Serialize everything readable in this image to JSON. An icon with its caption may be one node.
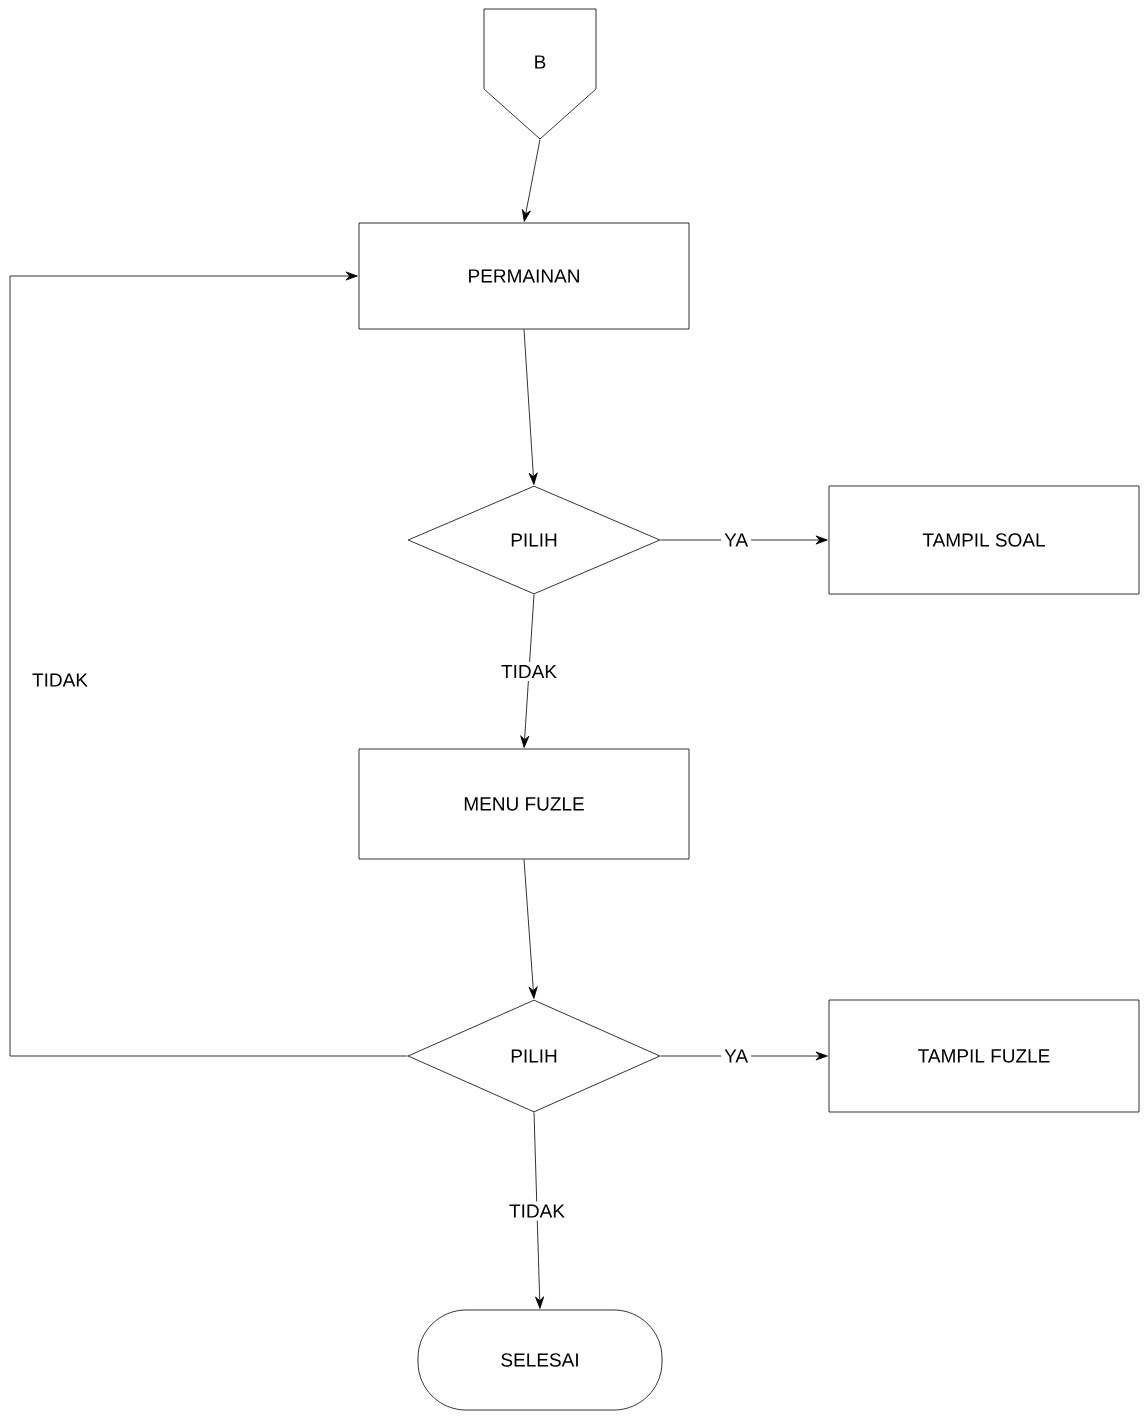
{
  "diagram": {
    "nodes": [
      {
        "text": [
          "B"
        ]
      },
      {
        "text": [
          "PERMAINAN"
        ]
      },
      {
        "text": [
          "PILIH"
        ]
      },
      {
        "text": [
          "TAMPIL SOAL"
        ]
      },
      {
        "text": [
          "MENU FUZLE"
        ]
      },
      {
        "text": [
          "PILIH"
        ]
      },
      {
        "text": [
          "TAMPIL FUZLE"
        ]
      },
      {
        "text": [
          "SELESAI"
        ]
      }
    ],
    "edges": [
      {
        "from": 0,
        "to": 1,
        "arrow": "to"
      },
      {
        "from": 1,
        "to": 2,
        "arrow": "to"
      },
      {
        "from": 2,
        "to": 3,
        "arrow": "to",
        "label": "YA"
      },
      {
        "from": 2,
        "to": 4,
        "arrow": "to",
        "label": "TIDAK"
      },
      {
        "from": 4,
        "to": 5,
        "arrow": "to"
      },
      {
        "from": 5,
        "to": 6,
        "arrow": "to",
        "label": "YA"
      },
      {
        "from": 5,
        "to": 1,
        "arrow": "to",
        "label": "TIDAK"
      },
      {
        "from": 5,
        "to": 7,
        "arrow": "to",
        "label": "TIDAK"
      }
    ]
  }
}
